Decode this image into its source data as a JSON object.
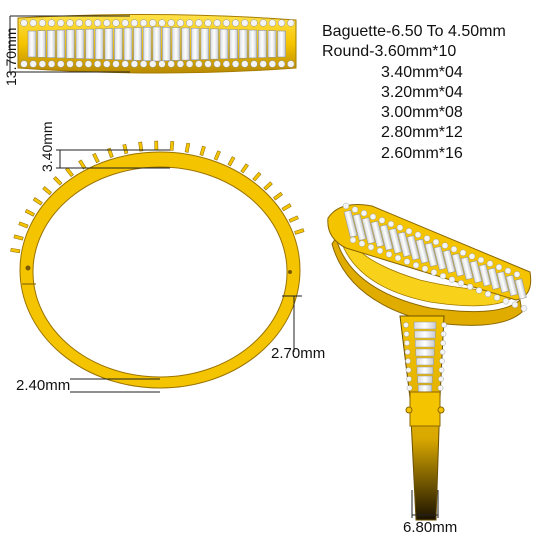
{
  "specs": {
    "baguette": "Baguette-6.50 To 4.50mm",
    "round": "Round-3.60mm*10",
    "sizes": [
      "3.40mm*04",
      "3.20mm*04",
      "3.00mm*08",
      "2.80mm*12",
      "2.60mm*16"
    ]
  },
  "dimensions": {
    "top_height": "13.70mm",
    "stone_height": "3.40mm",
    "bottom_thickness": "2.40mm",
    "side_thickness": "2.70mm",
    "band_width": "6.80mm"
  },
  "colors": {
    "gold": "#f5c400",
    "gold_dark": "#c89500",
    "gold_shadow": "#7a5a00",
    "diamond": "#f4f4f4",
    "diamond_edge": "#9aa0a6",
    "dim_line": "#222222"
  }
}
